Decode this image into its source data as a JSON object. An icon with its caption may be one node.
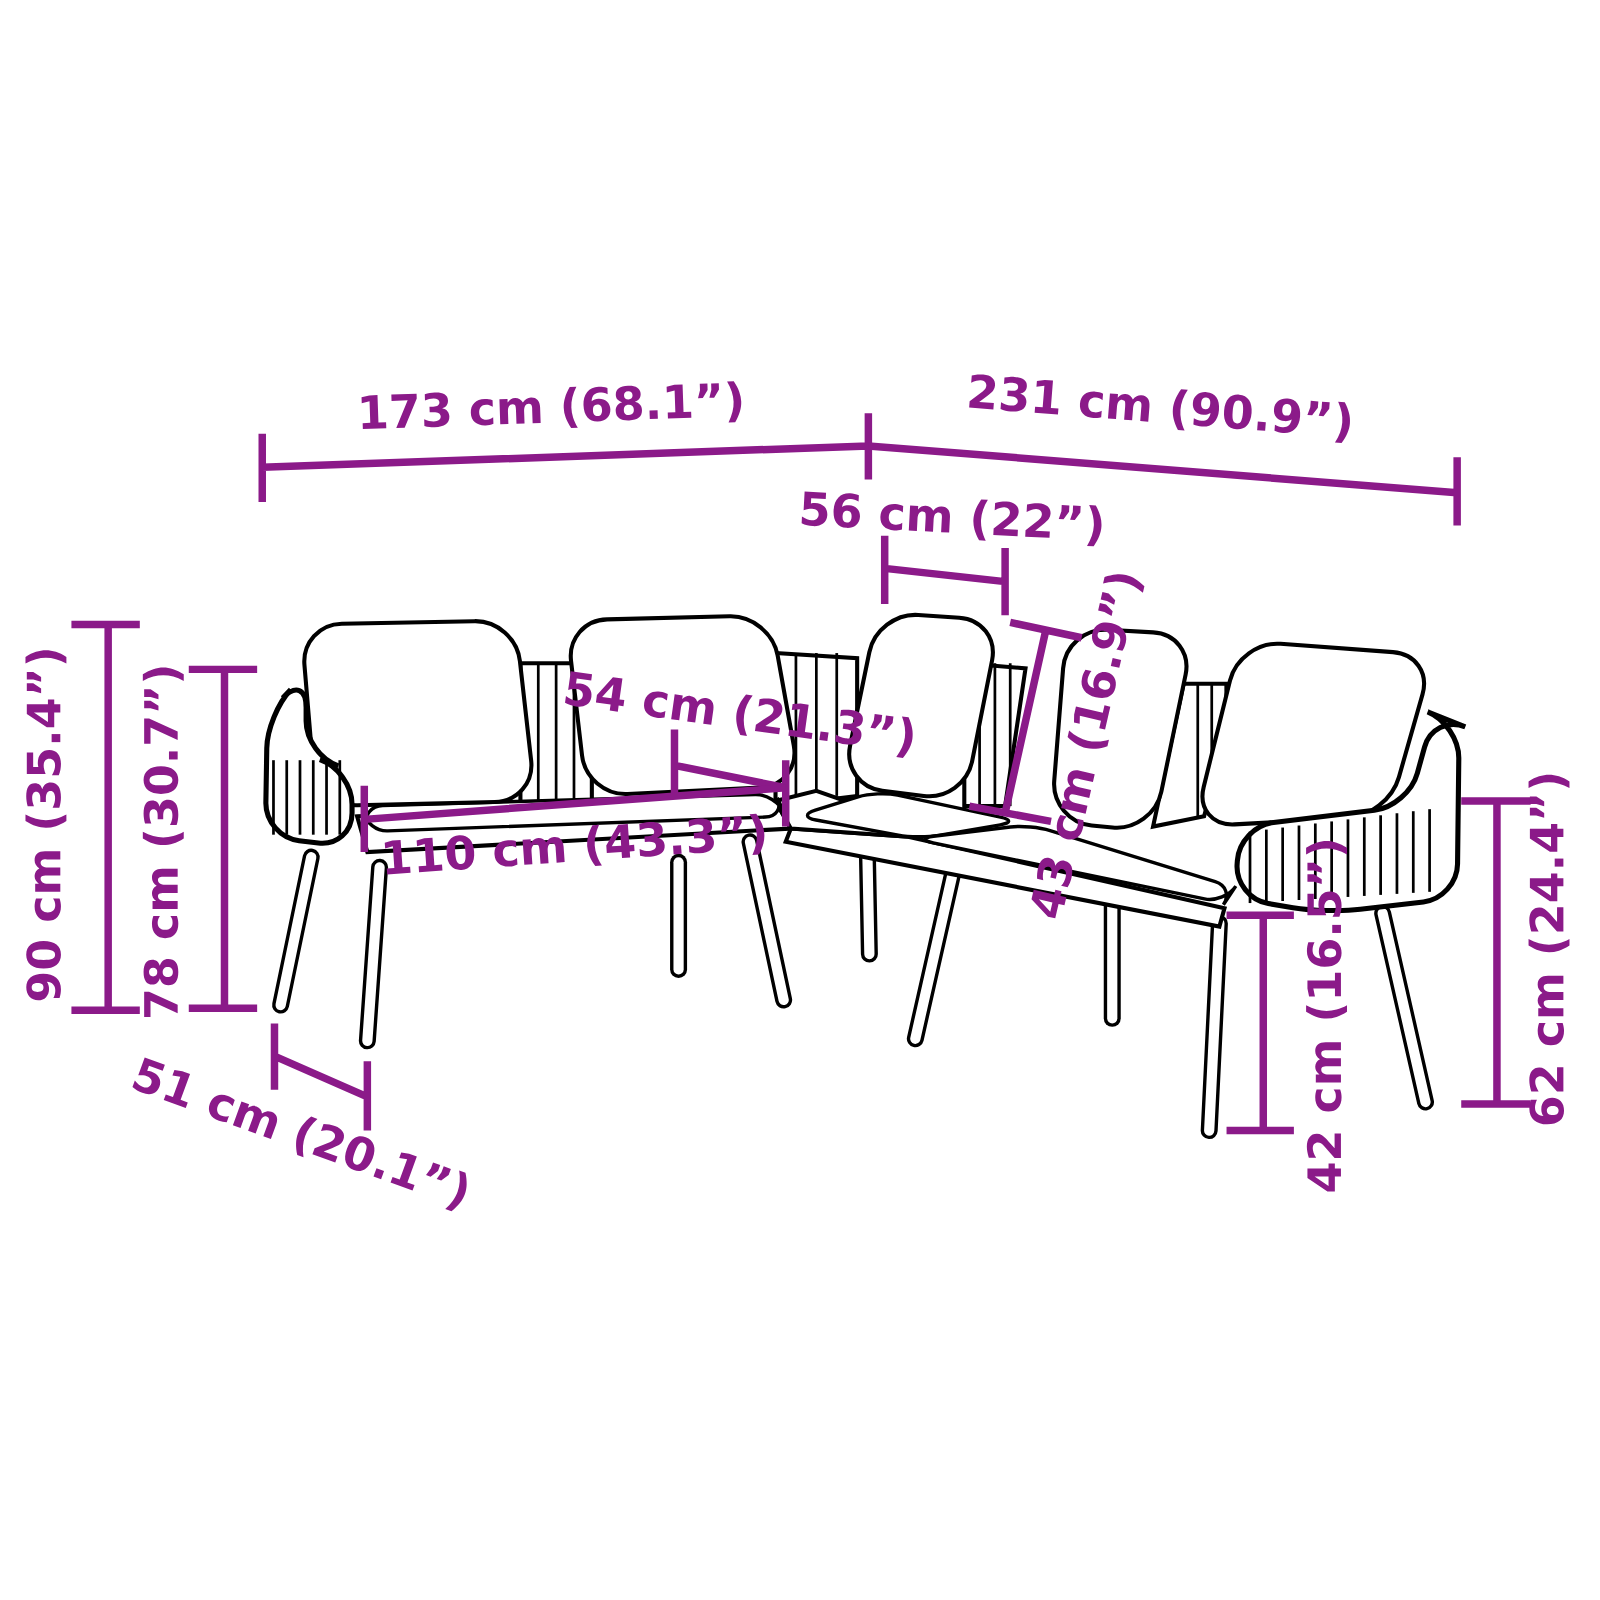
{
  "diagram": {
    "labels": [
      "173 cm (68.1”)",
      "231 cm (90.9”)",
      "56 cm (22”)",
      "54 cm (21.3”)",
      "43 cm (16.9”)",
      "110 cm (43.3”)",
      "90 cm (35.4”)",
      "78 cm (30.7”)",
      "51 cm (20.1”)",
      "42 cm (16.5”)",
      "62 cm (24.4”)"
    ]
  }
}
